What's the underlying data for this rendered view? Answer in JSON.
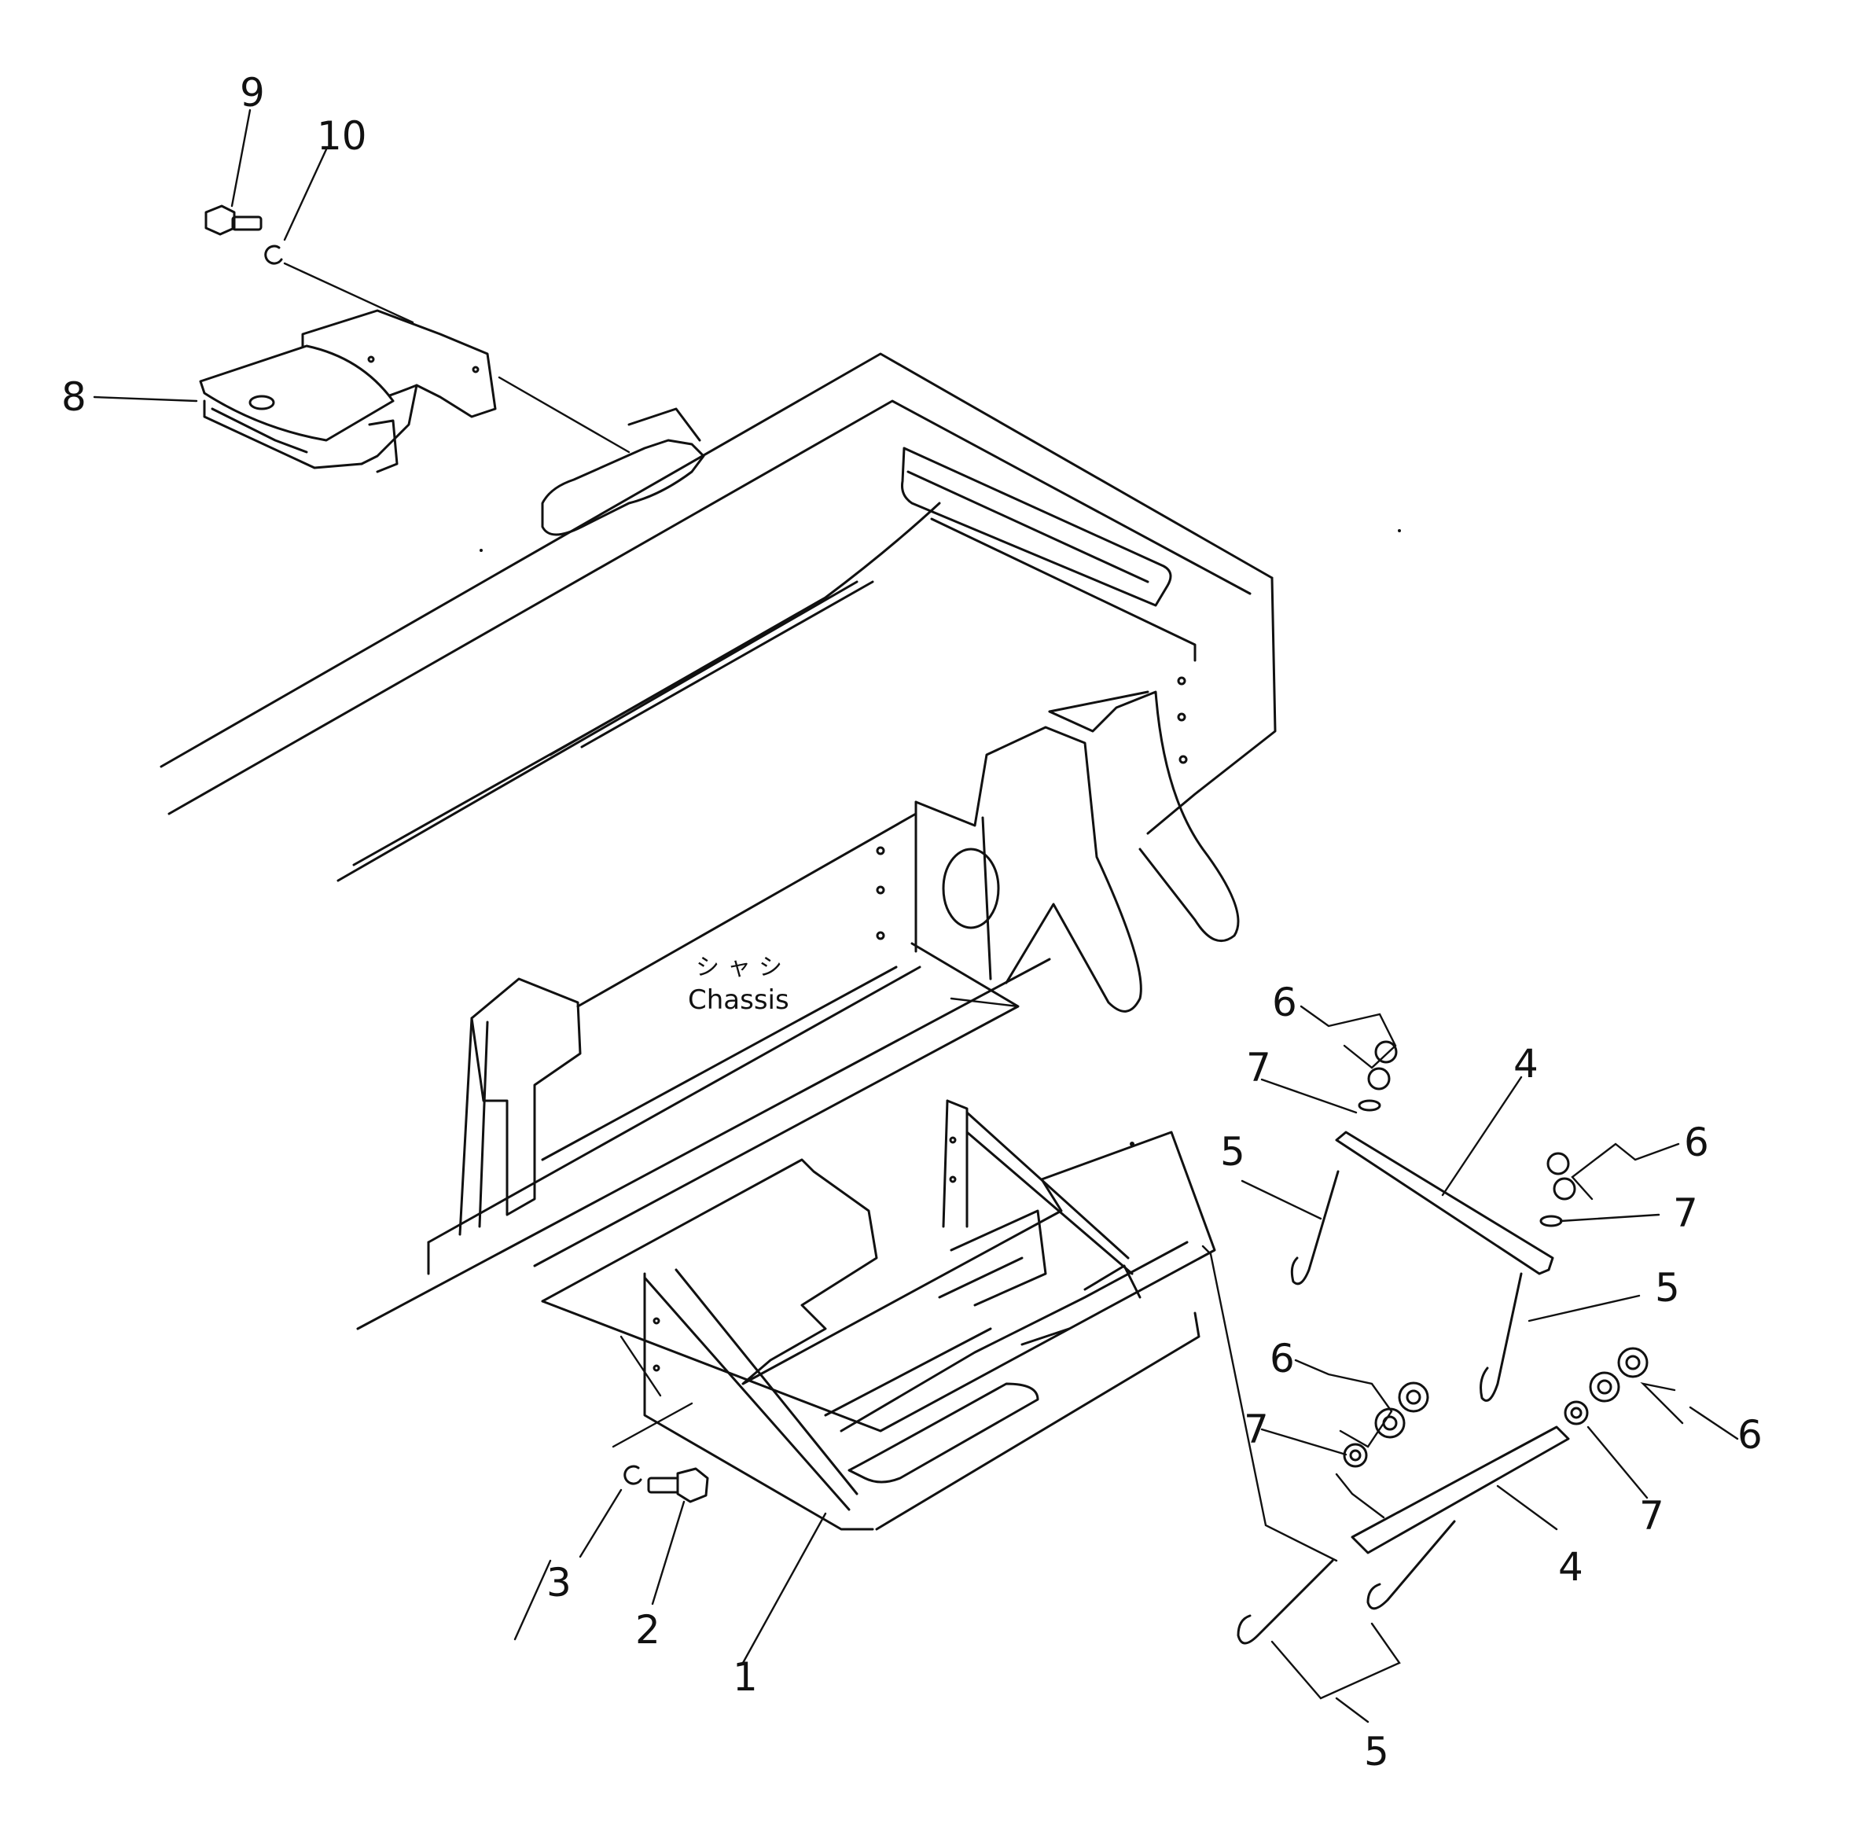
{
  "diagram": {
    "callouts": {
      "c1": "1",
      "c2": "2",
      "c3": "3",
      "c4a": "4",
      "c4b": "4",
      "c5a": "5",
      "c5b": "5",
      "c5c": "5",
      "c6a": "6",
      "c6b": "6",
      "c6c": "6",
      "c6d": "6",
      "c7a": "7",
      "c7b": "7",
      "c7c": "7",
      "c7d": "7",
      "c8": "8",
      "c9": "9",
      "c10": "10"
    },
    "chassis_label_jp": "シャシ",
    "chassis_label_en": "Chassis"
  }
}
